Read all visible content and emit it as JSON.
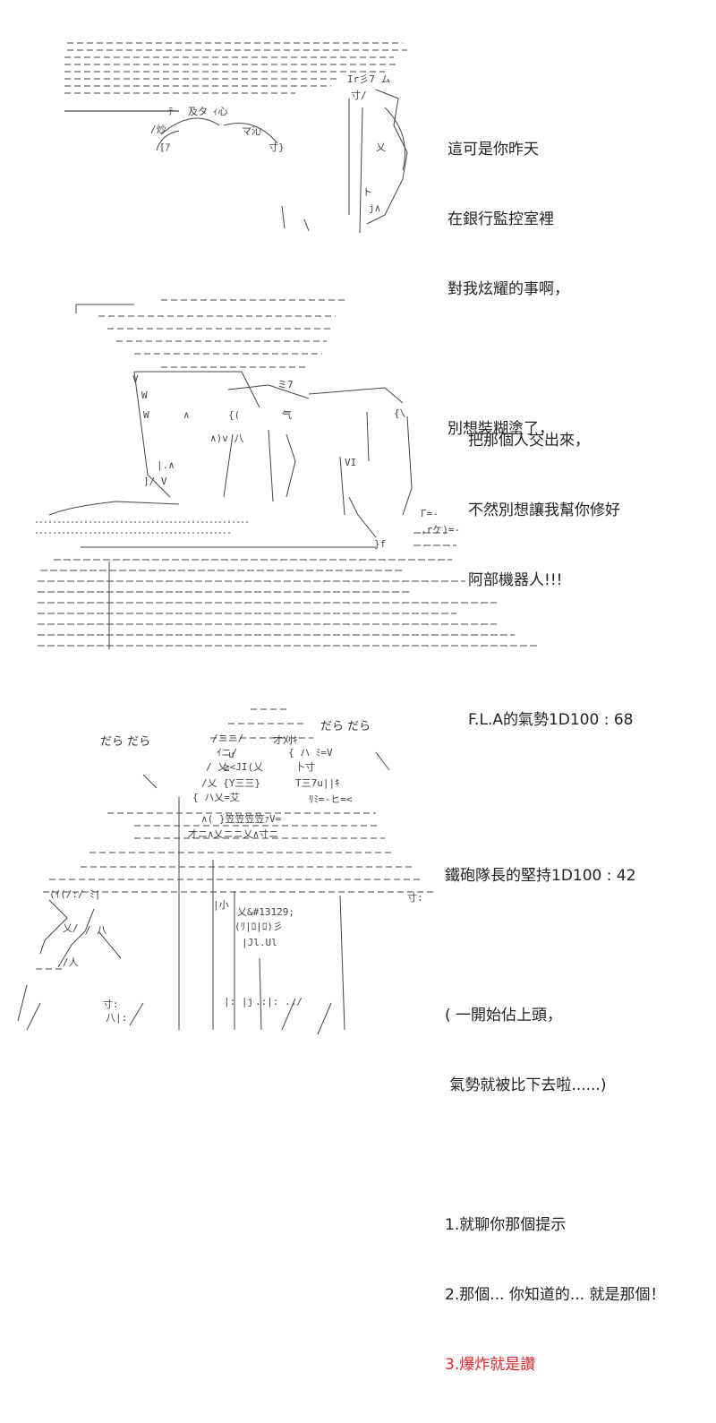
{
  "panel1": {
    "caption": [
      "這可是你昨天",
      "在銀行監控室裡",
      "對我炫耀的事啊，",
      "",
      "別想裝糊塗了，"
    ]
  },
  "panel2": {
    "caption": [
      "把那個人交出來，",
      "不然別想讓我幫你修好",
      "阿部機器人!!!",
      "",
      "F.L.A的氣勢1D100 : 68"
    ]
  },
  "panel3": {
    "sfx_left": "だら だら",
    "sfx_right": "だら だら",
    "caption": [
      "鐵砲隊長的堅持1D100 : 42",
      "",
      "( 一開始佔上頭，",
      " 氣勢就被比下去啦......)",
      "",
      "1.就聊你那個提示",
      "2.那個... 你知道的... 就是那個！"
    ],
    "caption_highlight": "3.爆炸就是讚",
    "highlight_color": "#e0262b"
  }
}
